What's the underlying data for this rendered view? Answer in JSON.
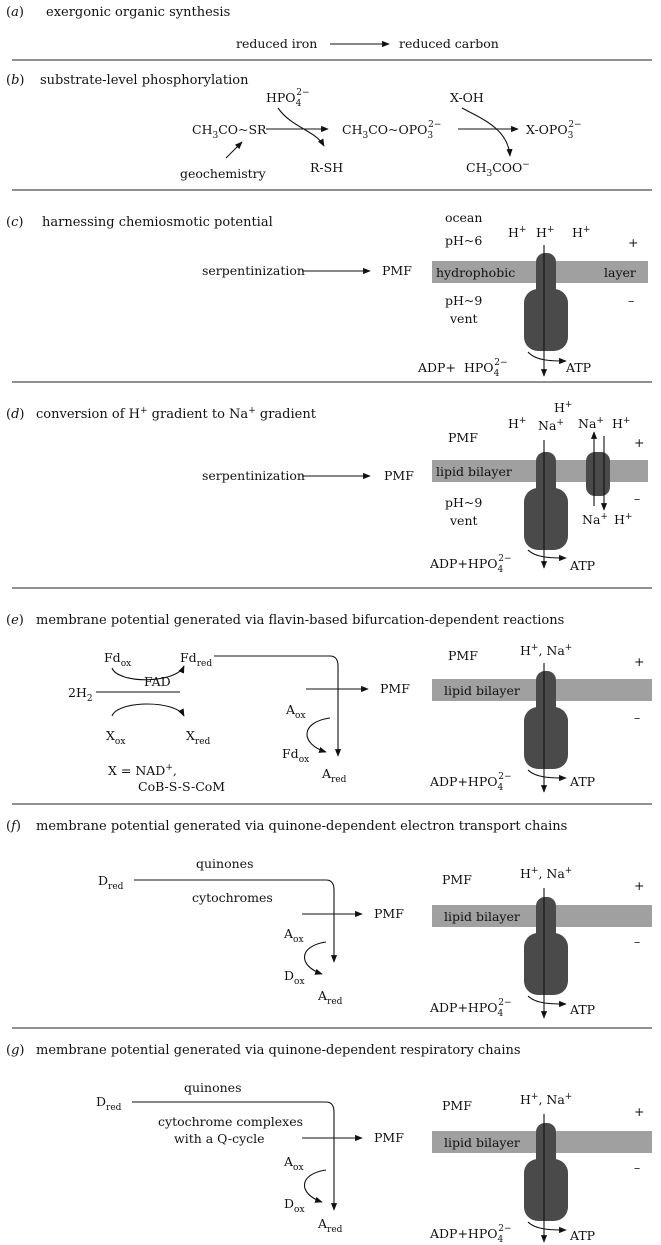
{
  "colors": {
    "membrane": "#a0a0a0",
    "protein": "#4a4a4a",
    "text": "#111111"
  },
  "a": {
    "letter": "a",
    "title": "exergonic organic synthesis",
    "reactant": "reduced iron",
    "product": "reduced carbon"
  },
  "b": {
    "letter": "b",
    "title": "substrate-level phosphorylation",
    "thioester": "CH3CO~SR",
    "hpo4": "HPO4^2−",
    "acylphosphate": "CH3CO~OPO3^2−",
    "rsh": "R-SH",
    "geochem": "geochemistry",
    "xoh": "X-OH",
    "xopo3": "X-OPO3^2−",
    "acetate": "CH3COO−"
  },
  "c": {
    "letter": "c",
    "title": "harnessing chemiosmotic potential",
    "source": "serpentinization",
    "pmf": "PMF",
    "ocean": "ocean",
    "ph_top": "pH~6",
    "ph_bottom": "pH~9",
    "vent": "vent",
    "membrane_left": "hydrophobic",
    "membrane_right": "layer",
    "proton": "H",
    "plus": "+",
    "minus": "–",
    "adp": "ADP+",
    "hpo4": "HPO4^2−",
    "atp": "ATP"
  },
  "d": {
    "letter": "d",
    "title_pre": "conversion of H",
    "title_mid": " gradient to Na",
    "title_post": " gradient",
    "source": "serpentinization",
    "pmf_product": "PMF",
    "pmf_side": "PMF",
    "membrane": "lipid bilayer",
    "ph_bottom": "pH~9",
    "vent": "vent",
    "proton": "H",
    "sodium": "Na",
    "plus": "+",
    "minus": "–",
    "adp": "ADP+HPO4^2−",
    "atp": "ATP"
  },
  "e": {
    "letter": "e",
    "title": "membrane potential generated via flavin-based bifurcation-dependent reactions",
    "fd_ox": "Fd ox",
    "fd_red": "Fd red",
    "h2": "2H2",
    "fad": "FAD",
    "x_ox": "X ox",
    "x_red": "X red",
    "x_def_1": "X = NAD+,",
    "x_def_2": "CoB-S-S-CoM",
    "a_ox": "A ox",
    "fd_ox2": "Fd ox",
    "a_red": "A red",
    "pmf_product": "PMF",
    "pmf_side": "PMF",
    "ions": "H+, Na+",
    "membrane": "lipid bilayer",
    "plus": "+",
    "minus": "–",
    "adp": "ADP+HPO4^2−",
    "atp": "ATP"
  },
  "f": {
    "letter": "f",
    "title": "membrane potential generated via quinone-dependent electron transport chains",
    "d_red": "D red",
    "quinones": "quinones",
    "carriers": "cytochromes",
    "a_ox": "A ox",
    "d_ox": "D ox",
    "a_red": "A red",
    "pmf_product": "PMF",
    "pmf_side": "PMF",
    "ions": "H+, Na+",
    "membrane": "lipid bilayer",
    "plus": "+",
    "minus": "–",
    "adp": "ADP+HPO4^2−",
    "atp": "ATP"
  },
  "g": {
    "letter": "g",
    "title": "membrane potential generated via quinone-dependent respiratory chains",
    "d_red": "D red",
    "quinones": "quinones",
    "carriers_1": "cytochrome complexes",
    "carriers_2": "with a Q-cycle",
    "a_ox": "A ox",
    "d_ox": "D ox",
    "a_red": "A red",
    "pmf_product": "PMF",
    "pmf_side": "PMF",
    "ions": "H+, Na+",
    "membrane": "lipid bilayer",
    "plus": "+",
    "minus": "–",
    "adp": "ADP+HPO4^2−",
    "atp": "ATP"
  }
}
